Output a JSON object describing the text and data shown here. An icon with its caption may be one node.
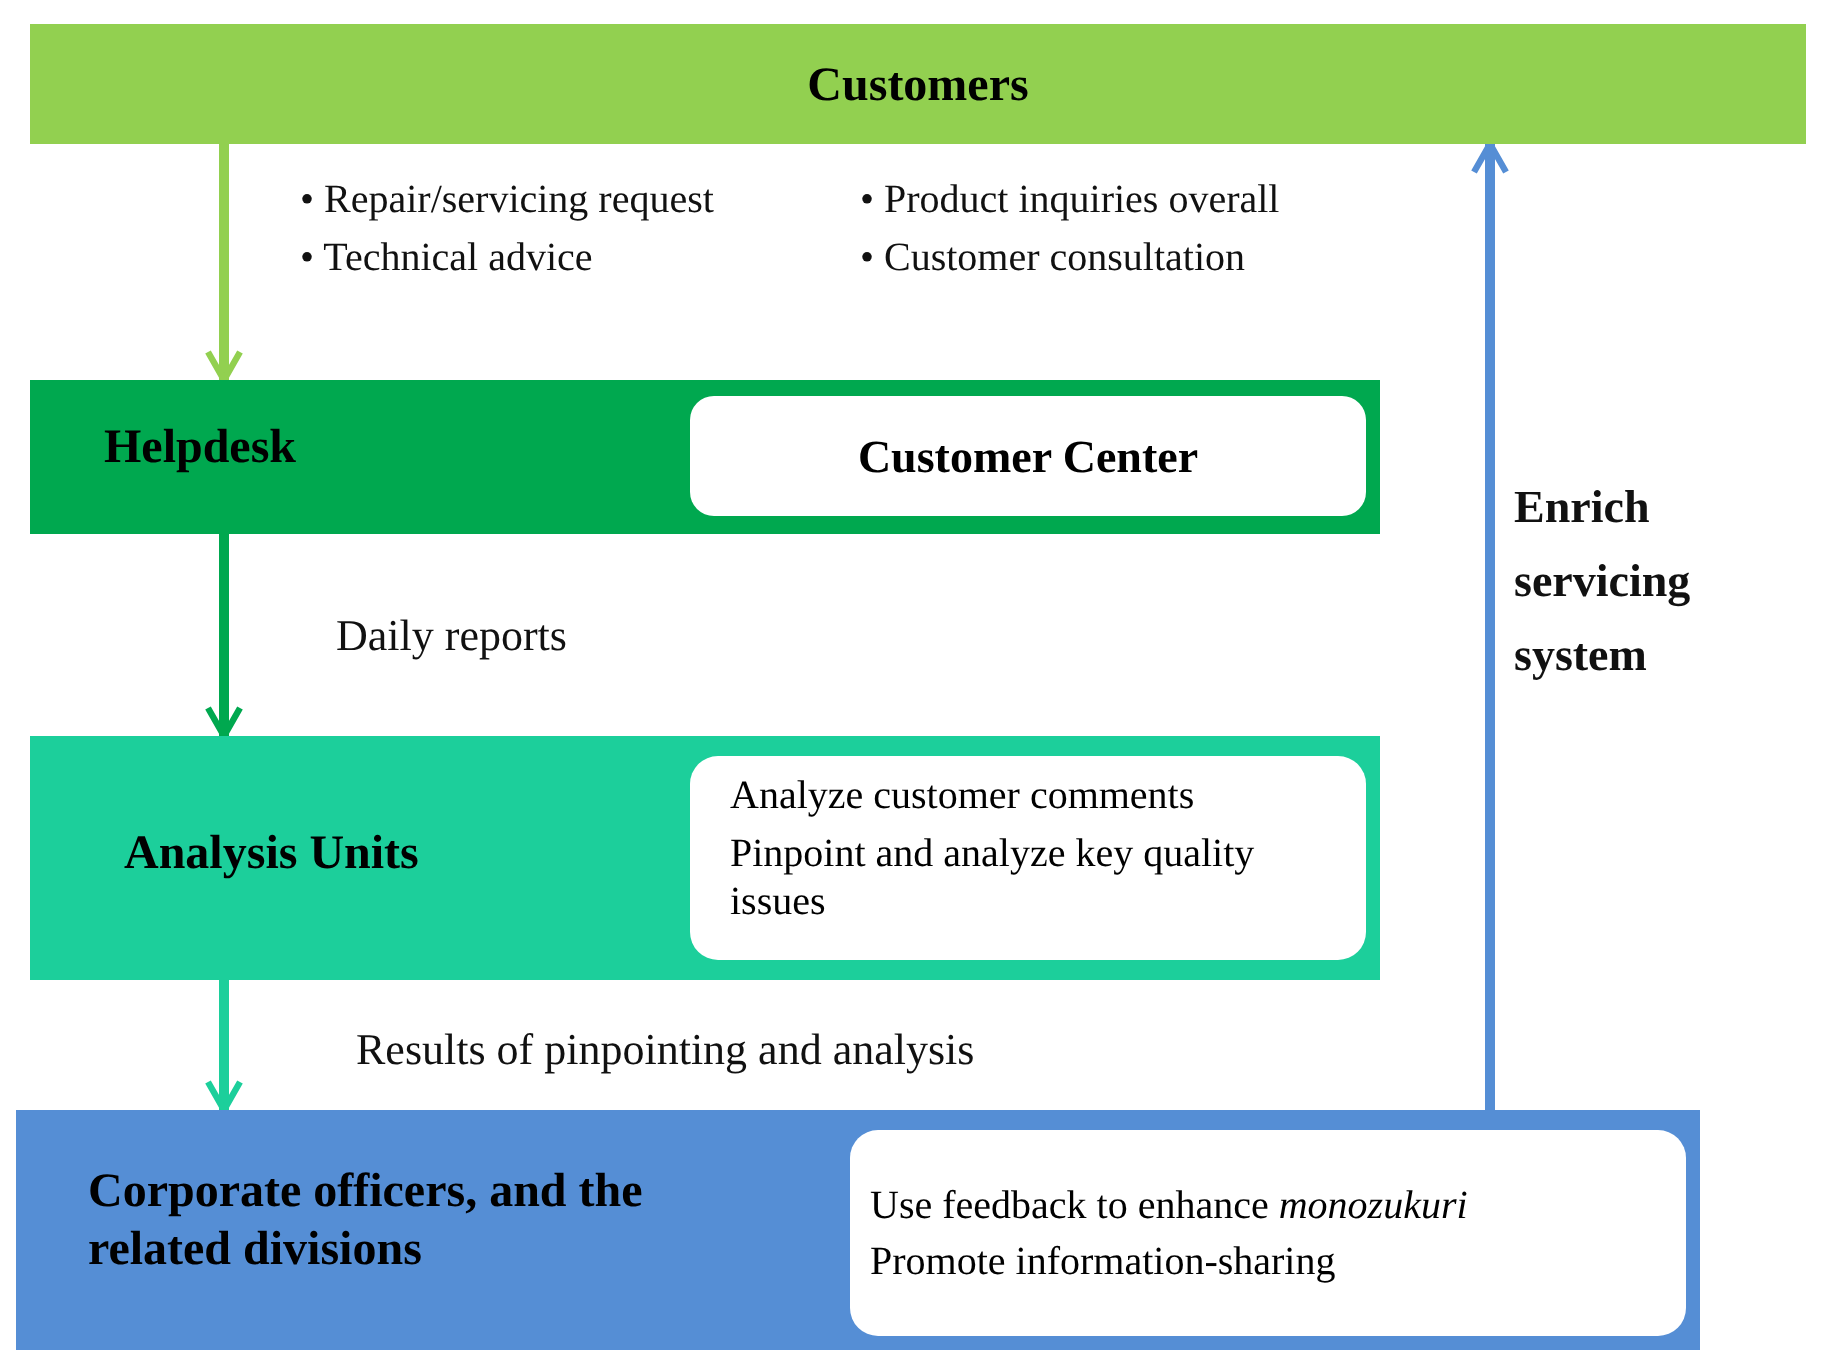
{
  "diagram": {
    "nodes": [
      {
        "text": [
          "Customers"
        ]
      },
      {
        "text": [
          "Helpdesk"
        ]
      },
      {
        "text": [
          "Customer Center"
        ],
        "in": 1
      },
      {
        "text": [
          "Analysis Units"
        ]
      },
      {
        "text": [
          "Analyze customer comments",
          "Pinpoint and analyze key quality issues"
        ],
        "in": 3
      },
      {
        "text": [
          "Corporate officers, and the related divisions"
        ]
      },
      {
        "text": [
          "Use feedback to enhance *monozukuri*",
          "Promote information-sharing"
        ],
        "in": 5
      }
    ],
    "edges": [
      {
        "from": 0,
        "to": 1,
        "arrow": "to",
        "color": "#92d050"
      },
      {
        "from": 1,
        "to": 3,
        "arrow": "to",
        "label": "Daily reports",
        "color": "#00a84f"
      },
      {
        "from": 3,
        "to": 5,
        "arrow": "to",
        "label": "Results of pinpointing and analysis",
        "color": "#1ccf9b"
      },
      {
        "from": 5,
        "to": 0,
        "arrow": "to",
        "label": "Enrich servicing system",
        "color": "#558ed5"
      }
    ],
    "labels": [
      "• Repair/servicing request",
      "• Product inquiries overall",
      "• Technical advice",
      "• Customer consultation"
    ]
  }
}
